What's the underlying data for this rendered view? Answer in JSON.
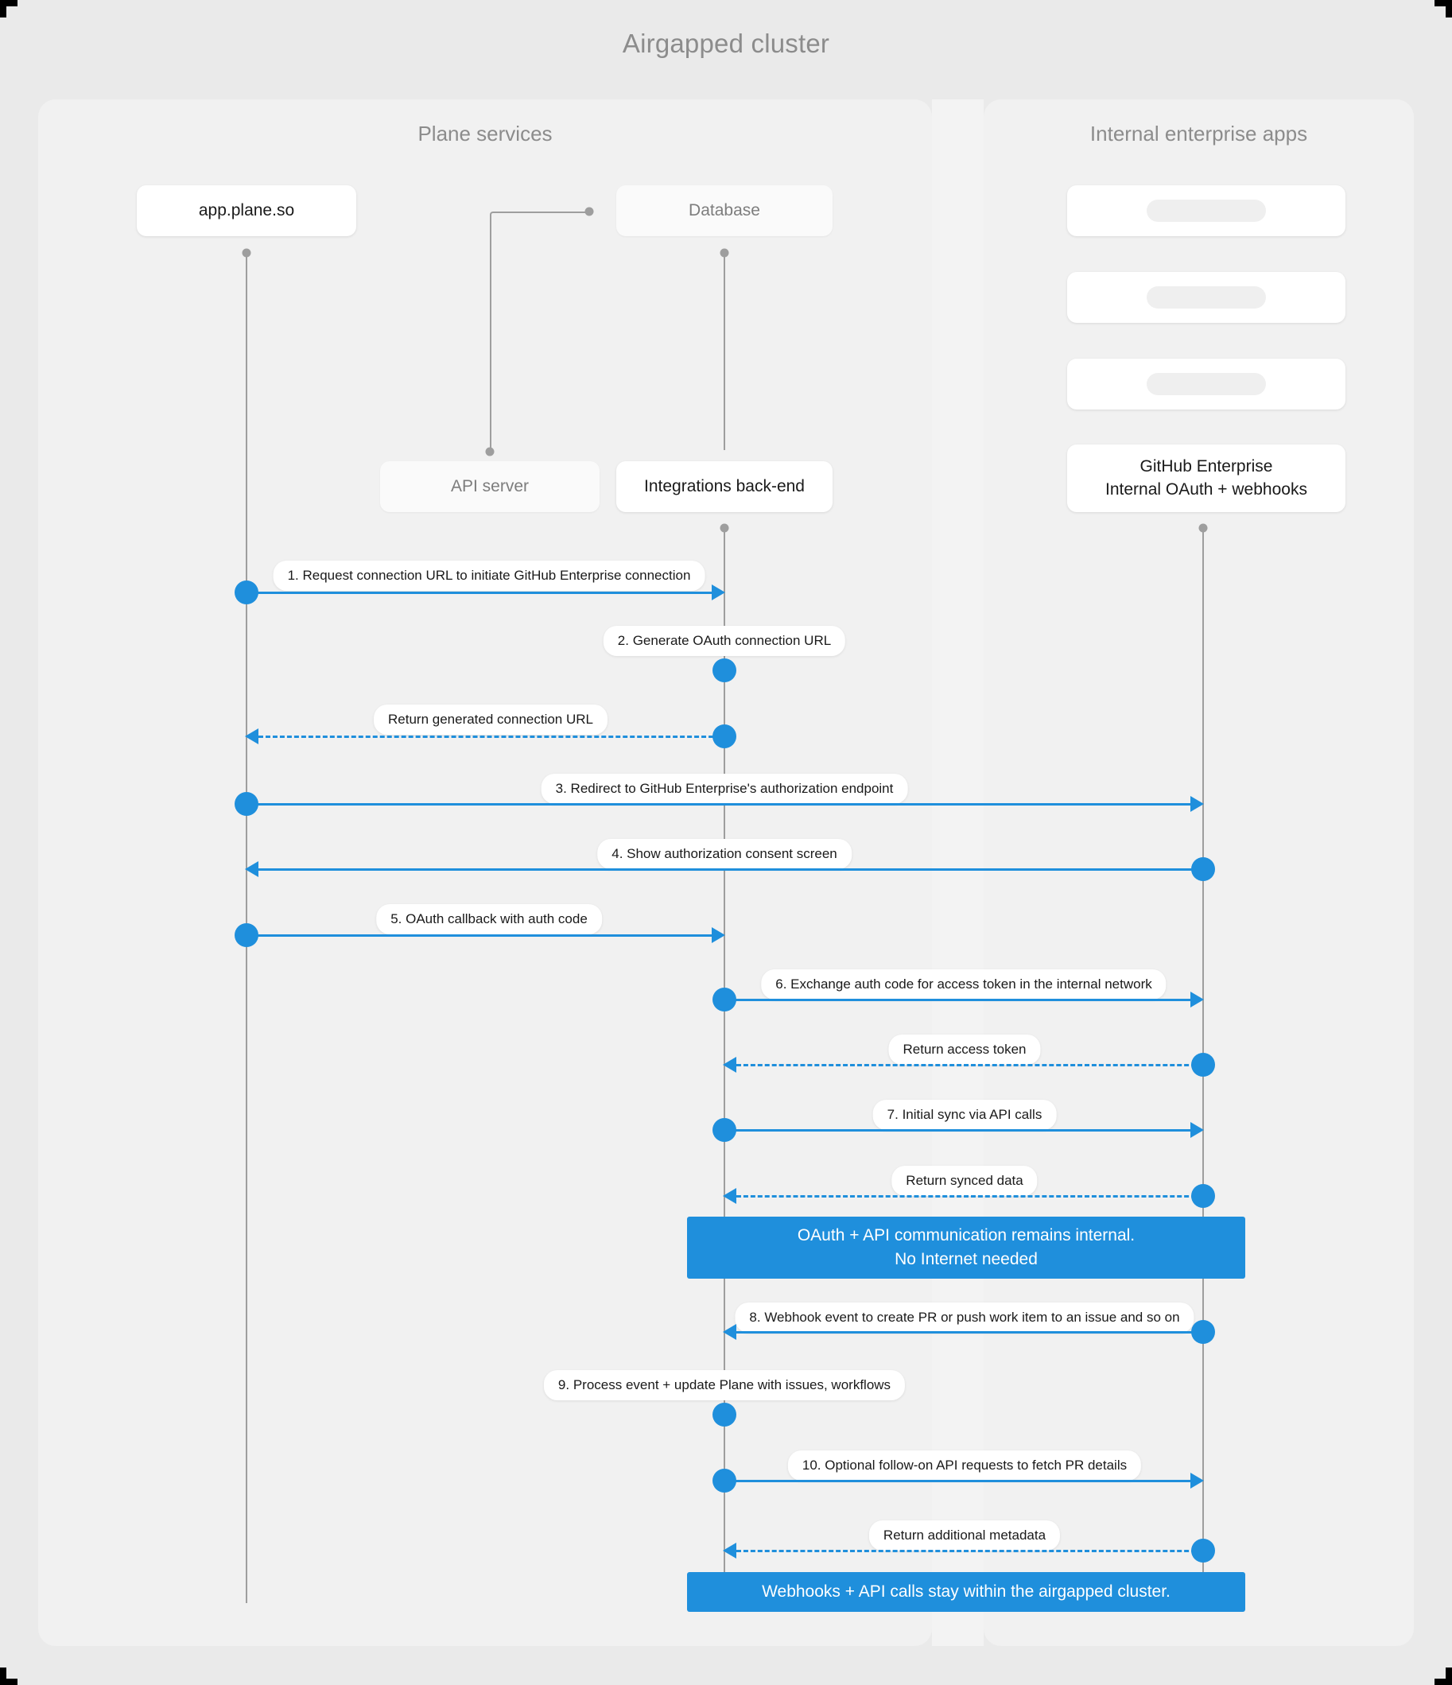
{
  "title": "Airgapped cluster",
  "groups": [
    {
      "name": "plane-services",
      "label": "Plane services"
    },
    {
      "name": "internal-enterprise-apps",
      "label": "Internal enterprise apps"
    }
  ],
  "participants": [
    {
      "id": "app",
      "label": "app.plane.so"
    },
    {
      "id": "database",
      "label": "Database"
    },
    {
      "id": "api",
      "label": "API server"
    },
    {
      "id": "integrations",
      "label": "Integrations back-end"
    },
    {
      "id": "ph1",
      "label": ""
    },
    {
      "id": "ph2",
      "label": ""
    },
    {
      "id": "ph3",
      "label": ""
    },
    {
      "id": "github",
      "label": "GitHub Enterprise\nInternal OAuth + webhooks",
      "line1": "GitHub Enterprise",
      "line2": "Internal OAuth + webhooks"
    }
  ],
  "messages": [
    {
      "n": "1",
      "label": "1. Request connection URL to initiate GitHub Enterprise connection",
      "from": "app",
      "to": "integrations",
      "style": "solid",
      "dir": "right"
    },
    {
      "n": "2",
      "label": "2. Generate OAuth connection URL",
      "from": "integrations",
      "to": "integrations",
      "style": "self",
      "dir": "self"
    },
    {
      "n": "",
      "label": "Return generated connection URL",
      "from": "integrations",
      "to": "app",
      "style": "dashed",
      "dir": "left"
    },
    {
      "n": "3",
      "label": "3. Redirect to GitHub Enterprise's authorization endpoint",
      "from": "app",
      "to": "github",
      "style": "solid",
      "dir": "right"
    },
    {
      "n": "4",
      "label": "4. Show authorization consent screen",
      "from": "github",
      "to": "app",
      "style": "solid",
      "dir": "left"
    },
    {
      "n": "5",
      "label": "5. OAuth callback with auth code",
      "from": "app",
      "to": "integrations",
      "style": "solid",
      "dir": "right"
    },
    {
      "n": "6",
      "label": "6. Exchange auth code for access token in the internal network",
      "from": "integrations",
      "to": "github",
      "style": "solid",
      "dir": "right"
    },
    {
      "n": "",
      "label": "Return access token",
      "from": "github",
      "to": "integrations",
      "style": "dashed",
      "dir": "left"
    },
    {
      "n": "7",
      "label": "7. Initial sync via API calls",
      "from": "integrations",
      "to": "github",
      "style": "solid",
      "dir": "right"
    },
    {
      "n": "",
      "label": "Return synced data",
      "from": "github",
      "to": "integrations",
      "style": "dashed",
      "dir": "left"
    },
    {
      "n": "8",
      "label": "8. Webhook event to create PR  or push work item to an issue  and so on",
      "from": "github",
      "to": "integrations",
      "style": "solid",
      "dir": "left"
    },
    {
      "n": "9",
      "label": "9. Process event + update Plane with issues, workflows",
      "from": "integrations",
      "to": "integrations",
      "style": "self",
      "dir": "self"
    },
    {
      "n": "10",
      "label": "10. Optional follow-on API requests to fetch PR details",
      "from": "integrations",
      "to": "github",
      "style": "solid",
      "dir": "right"
    },
    {
      "n": "",
      "label": "Return additional metadata",
      "from": "github",
      "to": "integrations",
      "style": "dashed",
      "dir": "left"
    }
  ],
  "notes": [
    {
      "id": "note-internal",
      "line1": "OAuth + API communication remains internal.",
      "line2": "No Internet needed"
    },
    {
      "id": "note-airgap",
      "line1": "Webhooks + API calls stay within the airgapped cluster.",
      "line2": ""
    }
  ],
  "colors": {
    "accent": "#1f8fdc",
    "page_background": "#eaeaea",
    "panel_background": "#f1f1f1",
    "lifeline": "#9e9e9e",
    "title_text": "#8c8c8c"
  }
}
